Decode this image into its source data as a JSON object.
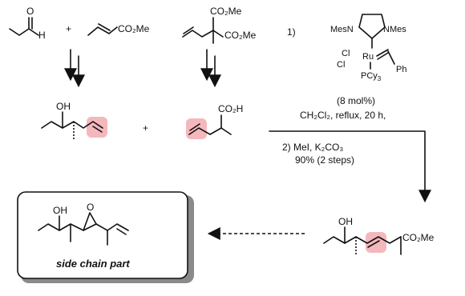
{
  "reagents": {
    "propanal_H": "H",
    "propanal_O": "O",
    "plus1": "+",
    "crotonate_ester": "CO₂Me",
    "malonate_ester_top": "CO₂Me",
    "malonate_ester_bottom": "CO₂Me"
  },
  "intermediates": {
    "alcohol_OH": "OH",
    "plus2": "+",
    "acid_group": "CO₂H"
  },
  "conditions": {
    "step1_number": "1)",
    "catalyst_mes_left": "MesN",
    "catalyst_mes_right": "NMes",
    "catalyst_cl_top": "Cl",
    "catalyst_cl_bottom": "Cl",
    "catalyst_ru": "Ru",
    "catalyst_ph": "Ph",
    "catalyst_pcy3": "PCy",
    "catalyst_pcy3_sub": "3",
    "catalyst_loading": "(8 mol%)",
    "solvent_line": "CH₂Cl₂, reflux, 20 h,",
    "step2_line": "2) MeI, K₂CO₃",
    "yield_line": "90% (2 steps)"
  },
  "product": {
    "OH": "OH",
    "ester": "CO₂Me"
  },
  "side_chain": {
    "OH": "OH",
    "O": "O",
    "caption": "side chain part"
  }
}
